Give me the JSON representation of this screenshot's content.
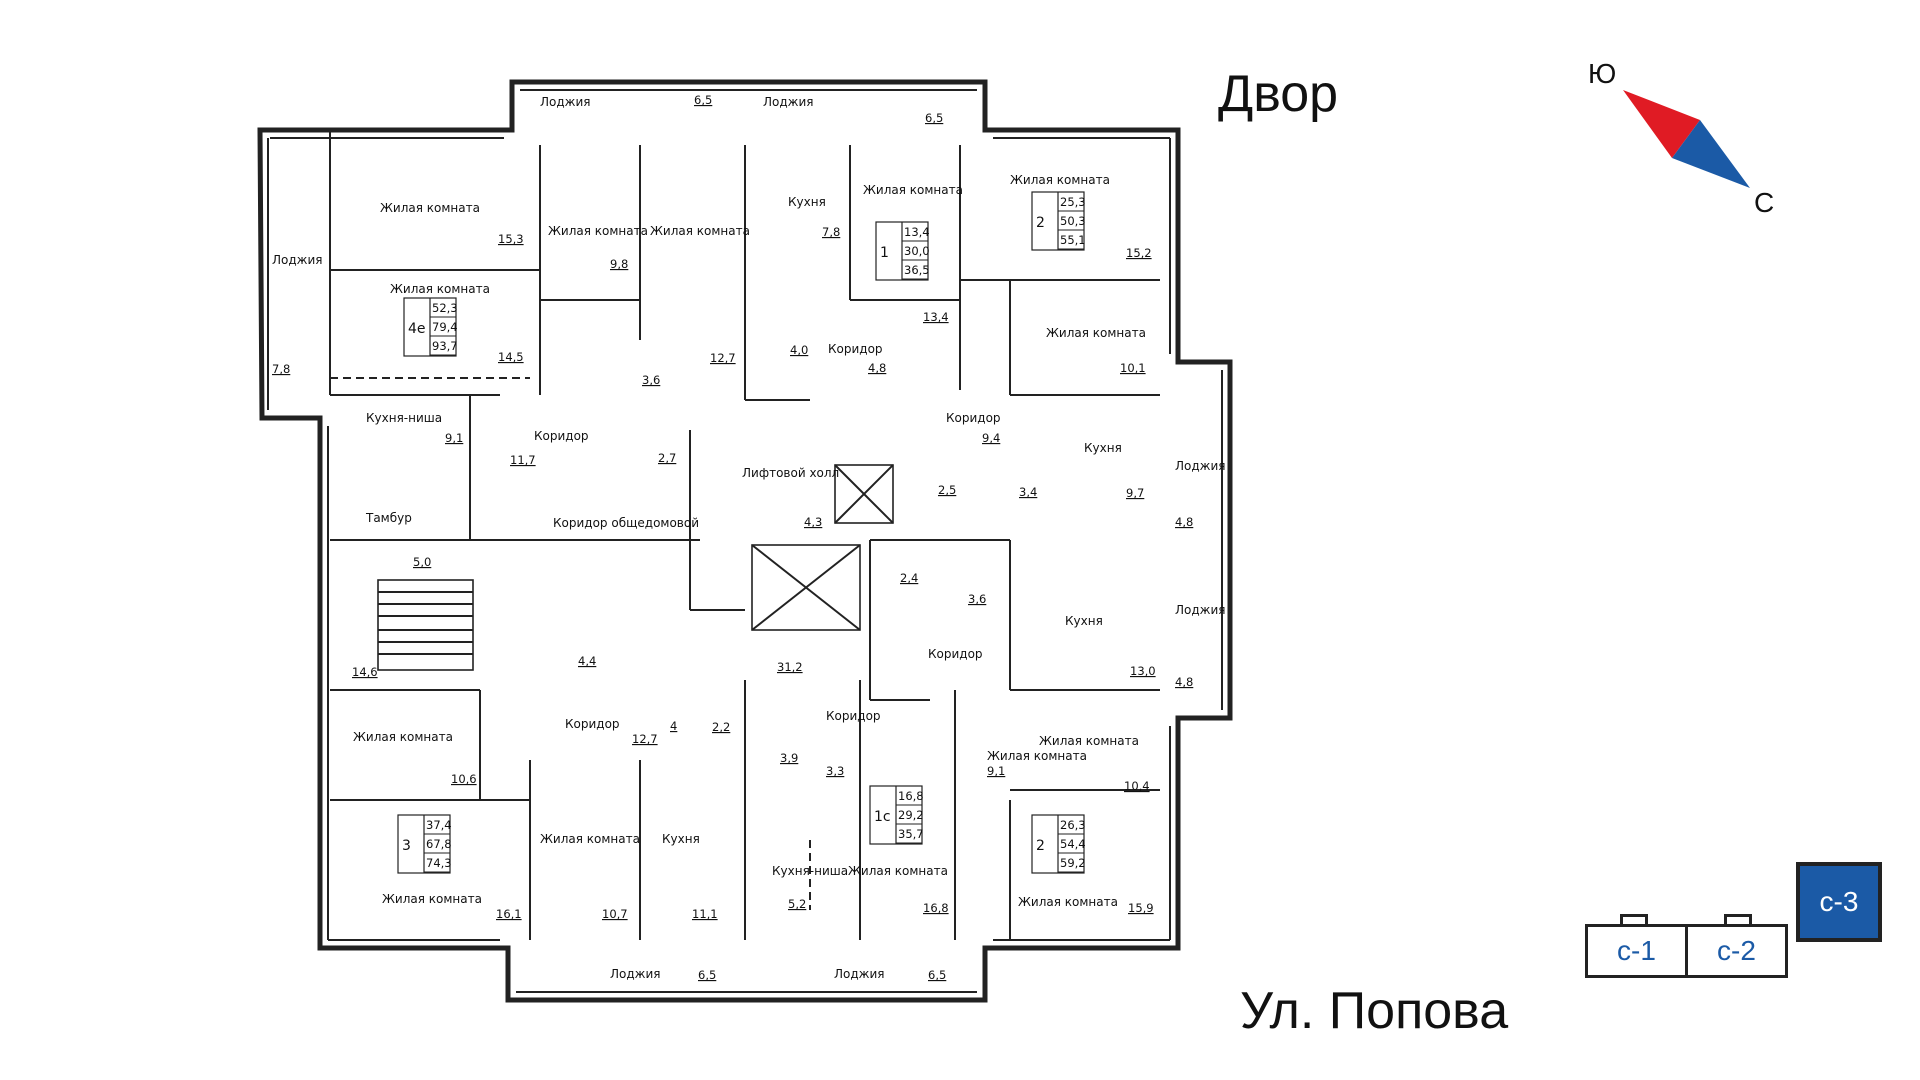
{
  "captions": {
    "top": "Двор",
    "bottom": "Ул. Попова"
  },
  "compass": {
    "south": "Ю",
    "north": "С",
    "colors": {
      "south": "#e01b24",
      "north": "#1b5aa6"
    }
  },
  "sections": [
    {
      "label": "с-1",
      "active": false
    },
    {
      "label": "с-2",
      "active": false
    },
    {
      "label": "с-3",
      "active": true
    }
  ],
  "rooms": [
    {
      "text": "Лоджия",
      "area": "6,5"
    },
    {
      "text": "Лоджия",
      "area": "6,5"
    },
    {
      "text": "Жилая комната",
      "area": "15,3"
    },
    {
      "text": "Жилая комната",
      "area": "14,5"
    },
    {
      "text": "Лоджия",
      "area": "7,8"
    },
    {
      "text": "Жилая комната",
      "area": "9,8"
    },
    {
      "text": "Жилая комната",
      "area": "12,7"
    },
    {
      "text": "Кухня",
      "area": "7,8"
    },
    {
      "text": "Жилая комната",
      "area": "13,4"
    },
    {
      "text": "Жилая комната",
      "area": "15,2"
    },
    {
      "text": "Жилая комната",
      "area": "10,1"
    },
    {
      "text": "Кухня-ниша",
      "area": "9,1"
    },
    {
      "text": "Коридор",
      "area": "11,7"
    },
    {
      "text": "Коридор",
      "area": "4,8"
    },
    {
      "text": "Коридор",
      "area": "9,4"
    },
    {
      "text": "Кухня",
      "area": "9,7"
    },
    {
      "text": "Лоджия",
      "area": "4,8"
    },
    {
      "text": "Тамбур",
      "area": "5,0"
    },
    {
      "text": "Коридор общедомовой",
      "area": ""
    },
    {
      "text": "Лифтовой холл",
      "area": "4,3"
    },
    {
      "text": "Кухня",
      "area": "13,0"
    },
    {
      "text": "Лоджия",
      "area": "4,8"
    },
    {
      "text": "Коридор",
      "area": ""
    },
    {
      "text": "Коридор",
      "area": "12,7"
    },
    {
      "text": "Коридор",
      "area": "3,3"
    },
    {
      "text": "Жилая комната",
      "area": "10,6"
    },
    {
      "text": "Жилая комната",
      "area": "16,1"
    },
    {
      "text": "Жилая комната",
      "area": "10,7"
    },
    {
      "text": "Кухня",
      "area": "11,1"
    },
    {
      "text": "Кухня-ниша",
      "area": "5,2"
    },
    {
      "text": "Жилая комната",
      "area": "16,8"
    },
    {
      "text": "Жилая комната",
      "area": "10,4"
    },
    {
      "text": "Жилая комната",
      "area": "9,1"
    },
    {
      "text": "Жилая комната",
      "area": "15,9"
    },
    {
      "text": "Лоджия",
      "area": "6,5"
    },
    {
      "text": "Лоджия",
      "area": "6,5"
    }
  ],
  "small_areas": [
    "3,6",
    "2,7",
    "4,0",
    "2,5",
    "3,4",
    "2,4",
    "3,6",
    "4,4",
    "14,6",
    "31,2",
    "2,2",
    "3,9",
    "4"
  ],
  "apartments": [
    {
      "id": "4е",
      "values": [
        "52,3",
        "79,4",
        "93,7"
      ]
    },
    {
      "id": "1",
      "values": [
        "13,4",
        "30,0",
        "36,5"
      ]
    },
    {
      "id": "2",
      "values": [
        "25,3",
        "50,3",
        "55,1"
      ]
    },
    {
      "id": "3",
      "values": [
        "37,4",
        "67,8",
        "74,3"
      ]
    },
    {
      "id": "1с",
      "values": [
        "16,8",
        "29,2",
        "35,7"
      ]
    },
    {
      "id": "2",
      "values": [
        "26,3",
        "54,4",
        "59,2"
      ]
    }
  ]
}
